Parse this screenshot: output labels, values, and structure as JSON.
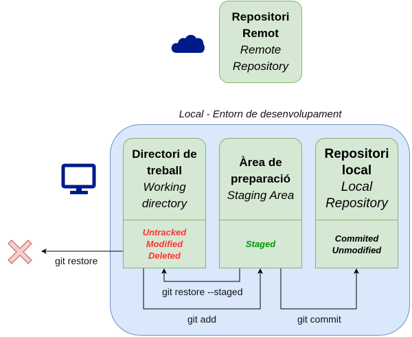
{
  "remote": {
    "title_line1": "Repositori",
    "title_line2": "Remot",
    "subtitle_line1": "Remote",
    "subtitle_line2": "Repository",
    "icon": "cloud-icon"
  },
  "local": {
    "title": "Local - Entorn de desenvolupament",
    "icon": "monitor-icon",
    "areas": [
      {
        "title_line1": "Directori de",
        "title_line2": "treball",
        "subtitle_line1": "Working",
        "subtitle_line2": "directory",
        "states": [
          "Untracked",
          "Modified",
          "Deleted"
        ],
        "state_color": "#ff3333"
      },
      {
        "title_line1": "Àrea de",
        "title_line2": "preparació",
        "subtitle_line1": "Staging Area",
        "states": [
          "Staged"
        ],
        "state_color": "#009900"
      },
      {
        "title_line1": "Repositori",
        "title_line2": "local",
        "subtitle_line1": "Local",
        "subtitle_line2": "Repository",
        "states": [
          "Commited",
          "Unmodified"
        ],
        "state_color": "#000000"
      }
    ]
  },
  "commands": {
    "restore": "git restore",
    "restore_staged": "git restore --staged",
    "add": "git add",
    "commit": "git commit"
  },
  "discard_icon": "x-mark-icon",
  "colors": {
    "container_fill": "#dae8fc",
    "container_stroke": "#6c8ebf",
    "card_fill": "#d5e8d4",
    "card_stroke": "#82b366",
    "icon_navy": "#001a8c",
    "x_fill": "#f8cecc",
    "x_stroke": "#b85450"
  }
}
